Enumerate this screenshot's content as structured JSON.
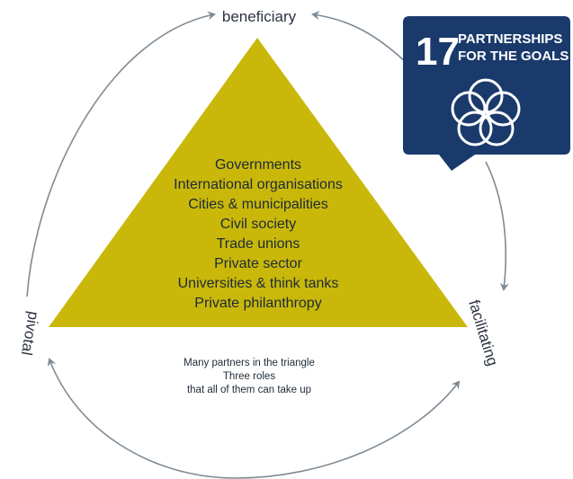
{
  "roles": {
    "top": "beneficiary",
    "left": "pivotal",
    "right": "facilitating"
  },
  "actors": [
    "Governments",
    "International organisations",
    "Cities & municipalities",
    "Civil society",
    "Trade unions",
    "Private sector",
    "Universities & think tanks",
    "Private philanthropy"
  ],
  "note": [
    "Many partners in the triangle",
    "Three roles",
    "that all of them can take up"
  ],
  "sdg_badge": {
    "number": "17",
    "title_line1": "PARTNERSHIPS",
    "title_line2": "FOR THE GOALS",
    "icon": "five-interlocking-rings-icon"
  },
  "colors": {
    "triangle": "#c9b80a",
    "sdg_blue": "#1a3a6b",
    "arrow": "#7f8a94",
    "text": "#1e2a36"
  }
}
